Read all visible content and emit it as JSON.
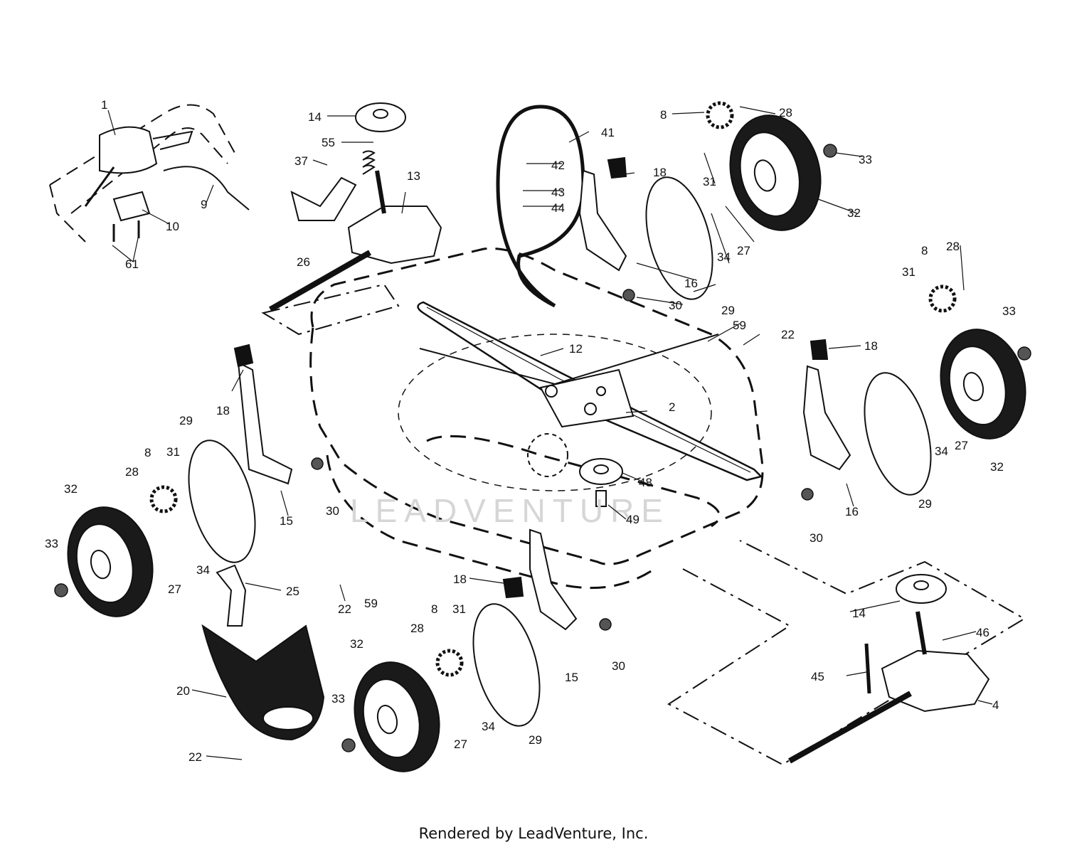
{
  "footer": {
    "credit": "Rendered by LeadVenture, Inc."
  },
  "watermark": {
    "text": "LEADVENTURE"
  },
  "callouts": [
    "1",
    "2",
    "4",
    "8",
    "9",
    "10",
    "12",
    "13",
    "14",
    "15",
    "16",
    "18",
    "20",
    "22",
    "25",
    "26",
    "27",
    "28",
    "29",
    "30",
    "31",
    "32",
    "33",
    "34",
    "37",
    "41",
    "42",
    "43",
    "44",
    "45",
    "46",
    "48",
    "49",
    "55",
    "59",
    "61"
  ],
  "colors": {
    "line": "#111111",
    "tire": "#1a1a1a",
    "watermark": "#d6d6d6"
  }
}
